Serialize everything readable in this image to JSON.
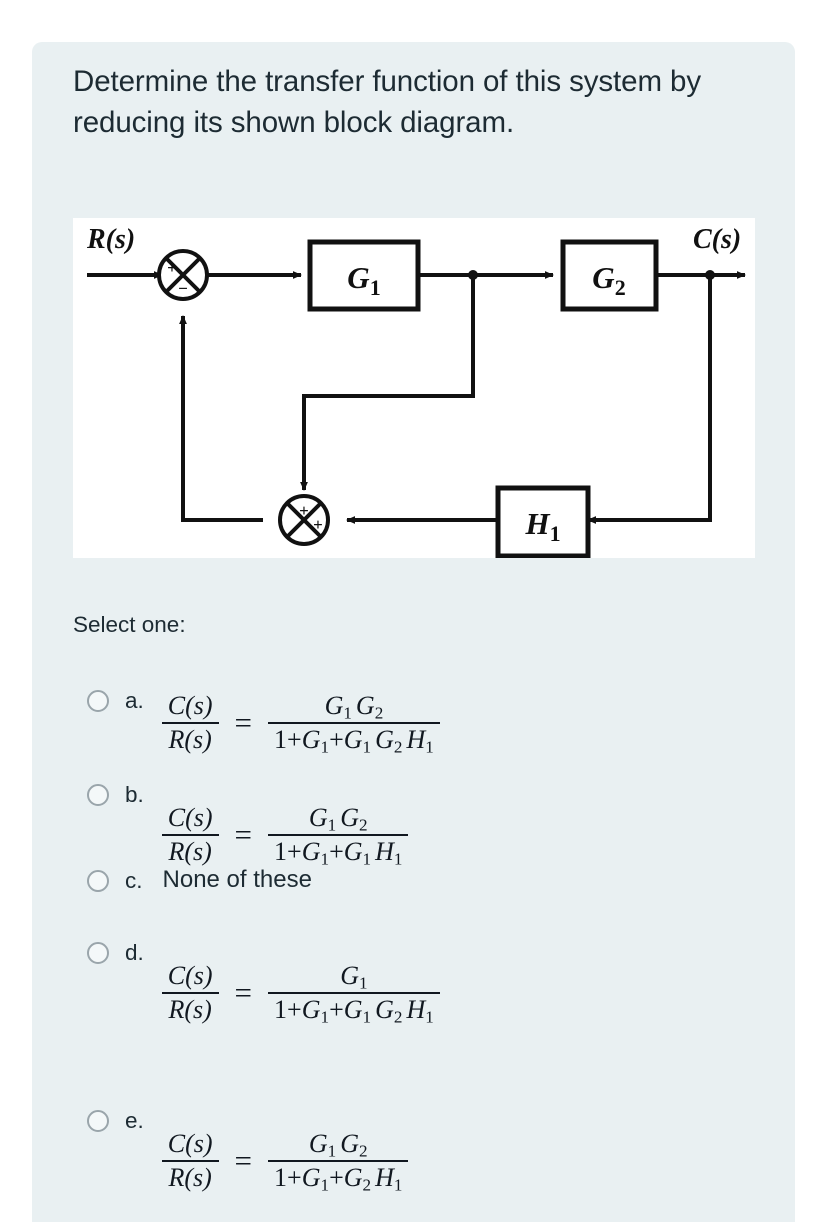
{
  "question": {
    "text": "Determine the transfer function of this system by reducing its shown block diagram.",
    "select_prompt": "Select one:"
  },
  "diagram": {
    "input_label": "R(s)",
    "output_label": "C(s)",
    "blocks": [
      {
        "name": "block-g1",
        "label_main": "G",
        "label_sub": "1"
      },
      {
        "name": "block-g2",
        "label_main": "G",
        "label_sub": "2"
      },
      {
        "name": "block-h1",
        "label_main": "H",
        "label_sub": "1"
      }
    ],
    "summing_junction_1": {
      "sign_left": "+",
      "sign_bottom": "−"
    },
    "summing_junction_2": {
      "sign_top": "+",
      "sign_right": "+"
    }
  },
  "options": [
    {
      "key": "a.",
      "kind": "equation",
      "lhs_num": "C(s)",
      "lhs_den": "R(s)",
      "eq": "=",
      "rhs_num": "G₁G₂",
      "rhs_den": "1+G₁+G₁G₂H₁",
      "rhs_num_parts": [
        [
          "G",
          "1"
        ],
        [
          "G",
          "2"
        ]
      ],
      "rhs_den_text": "1+G1+G1G2H1"
    },
    {
      "key": "b.",
      "kind": "equation",
      "lhs_num": "C(s)",
      "lhs_den": "R(s)",
      "eq": "=",
      "rhs_num": "G₁G₂",
      "rhs_den": "1+G₁+G₁H₁"
    },
    {
      "key": "c.",
      "kind": "text",
      "text": "None of these"
    },
    {
      "key": "d.",
      "kind": "equation",
      "lhs_num": "C(s)",
      "lhs_den": "R(s)",
      "eq": "=",
      "rhs_num": "G₁",
      "rhs_den": "1+G₁+G₁G₂H₁"
    },
    {
      "key": "e.",
      "kind": "equation",
      "lhs_num": "C(s)",
      "lhs_den": "R(s)",
      "eq": "=",
      "rhs_num": "G₁G₂",
      "rhs_den": "1+G₁+G₂H₁"
    }
  ],
  "colors": {
    "page_background": "#ffffff",
    "card_background": "#e9f0f2",
    "diagram_background": "#ffffff",
    "text": "#1d2b33",
    "radio_border": "#9aa5ab",
    "stroke": "#111111"
  }
}
